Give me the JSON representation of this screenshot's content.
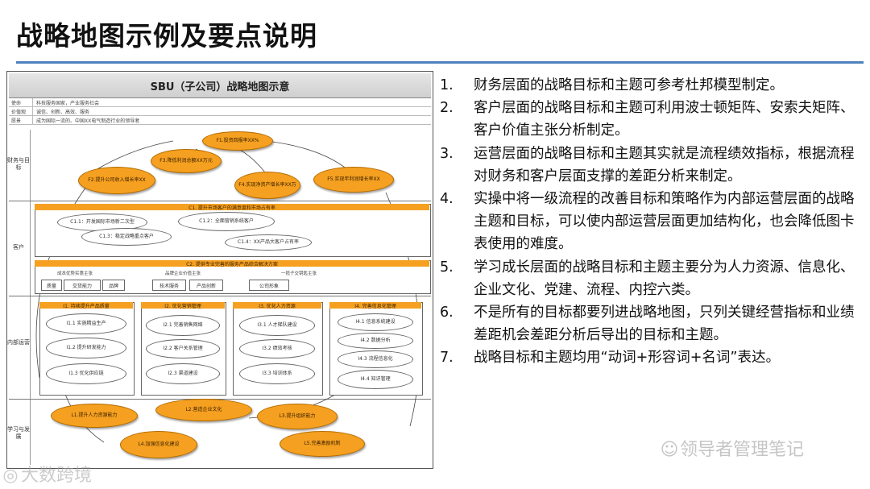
{
  "page": {
    "title": "战略地图示例及要点说明"
  },
  "map": {
    "header": "SBU（子公司）战略地图示意",
    "mvv": [
      {
        "k": "使命",
        "v": "科技服务国家，产业服务社会"
      },
      {
        "k": "价值观",
        "v": "诚信、创新、高效、服务"
      },
      {
        "k": "愿景",
        "v": "成为国际一流的、中国XX电气制造行业的领导者"
      }
    ],
    "zones": {
      "finance": "财务与目标",
      "customer": "客户",
      "internal": "内部运营",
      "learning": "学习与发展"
    },
    "finance_ovals": [
      "F1.投资回报率XX%",
      "F2.提升公司收入增长率XX",
      "F3.降低利润总额XX万元",
      "F4.实现净资产增长率XX万",
      "F5.实现年利润增长率XX"
    ],
    "customer": {
      "band1": "C1. 提升市场客户的满意度和市场占有率",
      "band1_ovals": [
        "C1.1：开发国际市场新二次型",
        "C1.2：全面营销系统客户",
        "C1.3：稳定战略重点客户",
        "C1.4：XX产品大客户占有率"
      ],
      "band2": "C2. 提供专业完善的服务产品综合解决方案",
      "sub_labels": [
        "成本优势实惠主张",
        "品牌企业价值主张",
        "一揽子交钥匙主张"
      ],
      "boxes": [
        "质量",
        "交货能力",
        "品牌",
        "技术服务",
        "产品创新",
        "公司形象"
      ]
    },
    "internal": {
      "bands": [
        "I1. 持续提升产品质量",
        "I2. 优化营销管理",
        "I3. 优化人力资源",
        "I4. 完善信息化管理"
      ],
      "ovals": [
        [
          "I1.1 实施精益生产",
          "I1.2 提升研发能力",
          "I1.3 优化供应链"
        ],
        [
          "I2.1 完善销售网络",
          "I2.2 客户关系管理",
          "I2.3 渠道建设"
        ],
        [
          "I3.1 人才梯队建设",
          "I3.2 绩效考核",
          "I3.3 培训体系"
        ],
        [
          "I4.1 信息系统建设",
          "I4.2 数据分析",
          "I4.3 流程信息化",
          "I4.4 知识管理"
        ]
      ]
    },
    "learning_ovals": [
      "L1.提升人力资源能力",
      "L2.营造企业文化",
      "L3.提升组织能力",
      "L4.加强信息化建设",
      "L5.完善激励机制"
    ]
  },
  "points": [
    {
      "num": "1.",
      "text": "财务层面的战略目标和主题可参考杜邦模型制定。"
    },
    {
      "num": "2.",
      "text": "客户层面的战略目标和主题可利用波士顿矩阵、安索夫矩阵、客户价值主张分析制定。"
    },
    {
      "num": "3.",
      "text": "运营层面的战略目标和主题其实就是流程绩效指标，根据流程对财务和客户层面支撑的差距分析来制定。"
    },
    {
      "num": "4.",
      "text": "实操中将一级流程的改善目标和策略作为内部运营层面的战略主题和目标，可以使内部运营层面更加结构化，也会降低图卡表使用的难度。"
    },
    {
      "num": "5.",
      "text": "学习成长层面的战略目标和主题主要分为人力资源、信息化、企业文化、党建、流程、内控六类。"
    },
    {
      "num": "6.",
      "text": "不是所有的目标都要列进战略地图，只列关键经营指标和业绩差距机会差距分析后导出的目标和主题。"
    },
    {
      "num": "7.",
      "text": "战略目标和主题均用“动词+形容词+名词”表达。"
    }
  ],
  "watermarks": {
    "right": "领导者管理笔记",
    "left": "大数跨境"
  }
}
